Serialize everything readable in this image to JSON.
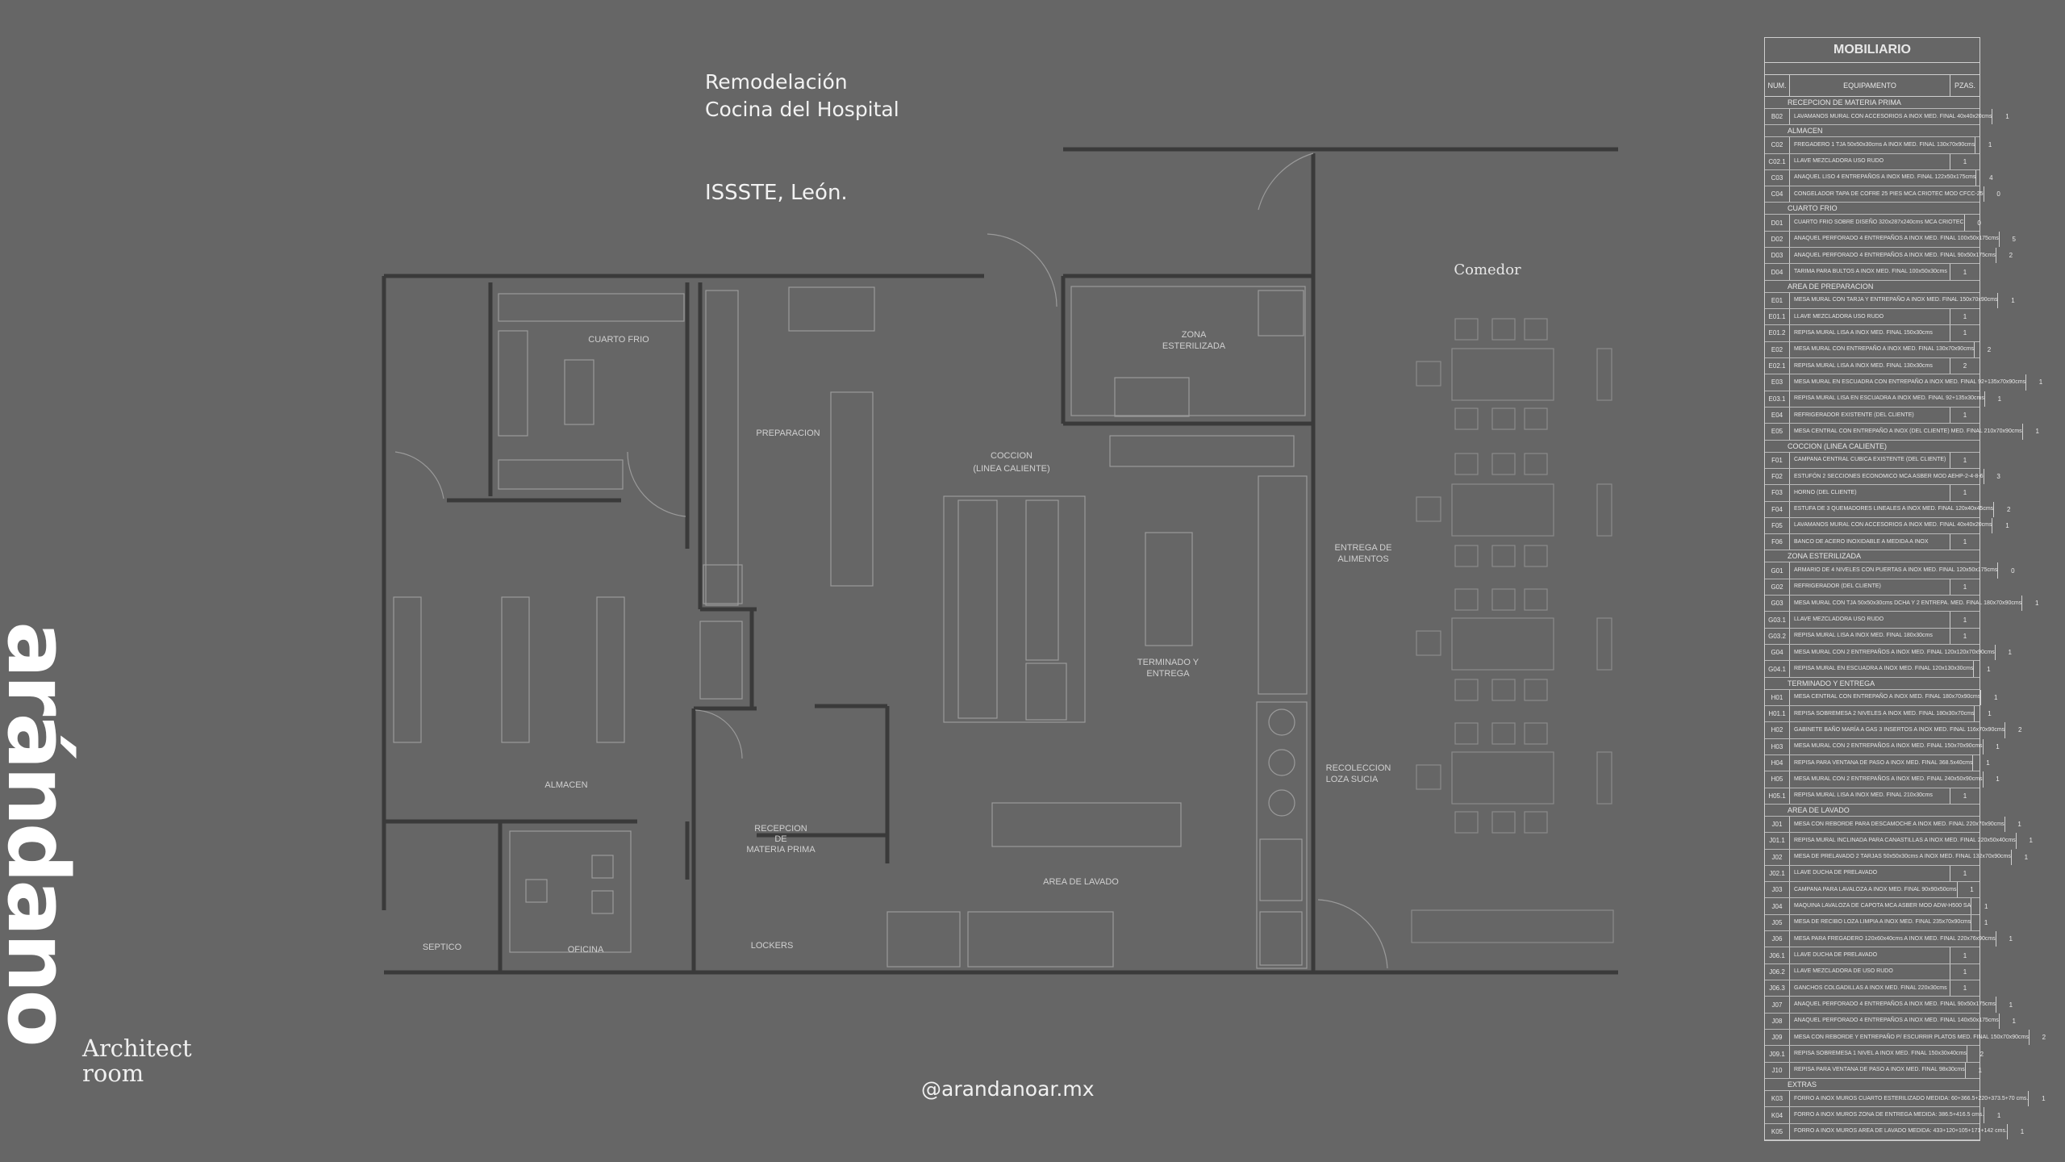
{
  "project": {
    "title_line1": "Remodelación",
    "title_line2": "Cocina del Hospital",
    "location": "ISSSTE, León."
  },
  "brand": {
    "vertical_logo": "arándano",
    "studio_line1": "Architect",
    "studio_line2": "room",
    "handle": "@arandanoar.mx"
  },
  "plan": {
    "rooms": {
      "cuarto_frio": "CUARTO FRIO",
      "preparacion": "PREPARACION",
      "coccion_1": "COCCION",
      "coccion_2": "(LINEA CALIENTE)",
      "zona_esterilizada_1": "ZONA",
      "zona_esterilizada_2": "ESTERILIZADA",
      "entrega_1": "ENTREGA DE",
      "entrega_2": "ALIMENTOS",
      "terminado_1": "TERMINADO Y",
      "terminado_2": "ENTREGA",
      "recoleccion_1": "RECOLECCION",
      "recoleccion_2": "LOZA SUCIA",
      "almacen": "ALMACEN",
      "recepcion_1": "RECEPCION",
      "recepcion_2": "DE",
      "recepcion_3": "MATERIA PRIMA",
      "area_lavado": "AREA DE LAVADO",
      "septico": "SEPTICO",
      "oficina": "OFICINA",
      "lockers": "LOCKERS",
      "comedor": "Comedor"
    }
  },
  "schedule": {
    "title": "MOBILIARIO",
    "headers": {
      "num": "NUM.",
      "equipment": "EQUIPAMENTO",
      "qty": "PZAS."
    },
    "rows": [
      {
        "section": "RECEPCION DE MATERIA PRIMA"
      },
      {
        "num": "B02",
        "desc": "LAVAMANOS MURAL CON ACCESORIOS A INOX MED. FINAL 40x40x20cms",
        "qty": "1"
      },
      {
        "section": "ALMACEN"
      },
      {
        "num": "C02",
        "desc": "FREGADERO 1 TJA 50x50x30cms A INOX MED. FINAL 130x70x90cms",
        "qty": "1"
      },
      {
        "num": "C02.1",
        "desc": "LLAVE MEZCLADORA USO RUDO",
        "qty": "1"
      },
      {
        "num": "C03",
        "desc": "ANAQUEL LISO 4 ENTREPAÑOS A INOX MED. FINAL 122x50x175cms",
        "qty": "4"
      },
      {
        "num": "C04",
        "desc": "CONGELADOR TAPA DE COFRE 25 PIES MCA CRIOTEC MOD CFCC-25",
        "qty": "0"
      },
      {
        "section": "CUARTO FRIO"
      },
      {
        "num": "D01",
        "desc": "CUARTO FRIO SOBRE DISEÑO 320x287x240cms MCA CRIOTEC",
        "qty": "0"
      },
      {
        "num": "D02",
        "desc": "ANAQUEL PERFORADO 4 ENTREPAÑOS A INOX MED. FINAL 100x50x175cms",
        "qty": "5"
      },
      {
        "num": "D03",
        "desc": "ANAQUEL PERFORADO 4 ENTREPAÑOS A INOX MED. FINAL 90x50x175cms",
        "qty": "2"
      },
      {
        "num": "D04",
        "desc": "TARIMA PARA BULTOS A INOX MED. FINAL 100x50x30cms",
        "qty": "1"
      },
      {
        "section": "AREA DE PREPARACION"
      },
      {
        "num": "E01",
        "desc": "MESA MURAL CON TARJA Y ENTREPAÑO A INOX MED. FINAL 150x70x90cms",
        "qty": "1"
      },
      {
        "num": "E01.1",
        "desc": "LLAVE MEZCLADORA USO RUDO",
        "qty": "1"
      },
      {
        "num": "E01.2",
        "desc": "REPISA MURAL LISA A INOX MED. FINAL 150x30cms",
        "qty": "1"
      },
      {
        "num": "E02",
        "desc": "MESA MURAL CON ENTREPAÑO A INOX MED. FINAL 130x70x90cms",
        "qty": "2"
      },
      {
        "num": "E02.1",
        "desc": "REPISA MURAL LISA A INOX MED. FINAL 130x30cms",
        "qty": "2"
      },
      {
        "num": "E03",
        "desc": "MESA MURAL EN ESCUADRA CON ENTREPAÑO A INOX MED. FINAL 92+135x70x90cms",
        "qty": "1"
      },
      {
        "num": "E03.1",
        "desc": "REPISA MURAL LISA EN ESCUADRA A INOX MED. FINAL 92+135x30cms",
        "qty": "1"
      },
      {
        "num": "E04",
        "desc": "REFRIGERADOR EXISTENTE (DEL CLIENTE)",
        "qty": "1"
      },
      {
        "num": "E05",
        "desc": "MESA CENTRAL CON ENTREPAÑO A INOX (DEL CLIENTE) MED. FINAL 210x70x90cms",
        "qty": "1"
      },
      {
        "section": "COCCION (LINEA CALIENTE)"
      },
      {
        "num": "F01",
        "desc": "CAMPANA CENTRAL CUBICA EXISTENTE (DEL CLIENTE)",
        "qty": "1"
      },
      {
        "num": "F02",
        "desc": "ESTUFÓN 2 SECCIONES ECONOMICO MCA ASBER MOD AEHP-2-4-8-6",
        "qty": "3"
      },
      {
        "num": "F03",
        "desc": "HORNO (DEL CLIENTE)",
        "qty": "1"
      },
      {
        "num": "F04",
        "desc": "ESTUFA DE 3 QUEMADORES LINEALES A INOX MED. FINAL 120x40x45cms",
        "qty": "2"
      },
      {
        "num": "F05",
        "desc": "LAVAMANOS MURAL CON ACCESORIOS A INOX MED. FINAL 40x40x20cms",
        "qty": "1"
      },
      {
        "num": "F06",
        "desc": "BANCO DE ACERO INOXIDABLE A MEDIDA A INOX",
        "qty": "1"
      },
      {
        "section": "ZONA ESTERILIZADA"
      },
      {
        "num": "G01",
        "desc": "ARMARIO DE 4 NIVELES CON PUERTAS A INOX MED. FINAL 120x50x175cms",
        "qty": "0"
      },
      {
        "num": "G02",
        "desc": "REFRIGERADOR (DEL CLIENTE)",
        "qty": "1"
      },
      {
        "num": "G03",
        "desc": "MESA MURAL CON TJA 50x50x30cms DCHA Y 2 ENTREPA. MED. FINAL 180x70x90cms",
        "qty": "1"
      },
      {
        "num": "G03.1",
        "desc": "LLAVE MEZCLADORA USO RUDO",
        "qty": "1"
      },
      {
        "num": "G03.2",
        "desc": "REPISA MURAL LISA A INOX MED. FINAL 180x30cms",
        "qty": "1"
      },
      {
        "num": "G04",
        "desc": "MESA MURAL CON 2 ENTREPAÑOS A INOX MED. FINAL 120x120x70x90cms",
        "qty": "1"
      },
      {
        "num": "G04.1",
        "desc": "REPISA MURAL EN ESCUADRA A INOX MED. FINAL 120x130x30cms",
        "qty": "1"
      },
      {
        "section": "TERMINADO Y ENTREGA"
      },
      {
        "num": "H01",
        "desc": "MESA CENTRAL CON ENTREPAÑO A INOX MED. FINAL 180x70x90cms",
        "qty": "1"
      },
      {
        "num": "H01.1",
        "desc": "REPISA SOBREMESA 2 NIVELES A INOX MED. FINAL 180x30x70cms",
        "qty": "1"
      },
      {
        "num": "H02",
        "desc": "GABINETE BAÑO MARÍA A GAS 3 INSERTOS A INOX MED. FINAL 116x70x90cms",
        "qty": "2"
      },
      {
        "num": "H03",
        "desc": "MESA MURAL CON 2 ENTREPAÑOS A INOX MED. FINAL 150x70x90cms",
        "qty": "1"
      },
      {
        "num": "H04",
        "desc": "REPISA PARA VENTANA DE PASO A INOX MED. FINAL 368.5x40cms",
        "qty": "1"
      },
      {
        "num": "H05",
        "desc": "MESA MURAL CON 2 ENTREPAÑOS A INOX MED. FINAL 240x50x90cms",
        "qty": "1"
      },
      {
        "num": "H05.1",
        "desc": "REPISA MURAL LISA A INOX MED. FINAL 210x30cms",
        "qty": "1"
      },
      {
        "section": "AREA DE LAVADO"
      },
      {
        "num": "J01",
        "desc": "MESA CON REBORDE PARA DESCAMOCHE A INOX MED. FINAL 220x70x90cms",
        "qty": "1"
      },
      {
        "num": "J01.1",
        "desc": "REPISA MURAL INCLINADA PARA CANASTILLAS A INOX MED. FINAL 220x50x40cms",
        "qty": "1"
      },
      {
        "num": "J02",
        "desc": "MESA DE PRELAVADO 2 TARJAS 50x50x30cms A INOX MED. FINAL 132x70x90cms",
        "qty": "1"
      },
      {
        "num": "J02.1",
        "desc": "LLAVE DUCHA DE PRELAVADO",
        "qty": "1"
      },
      {
        "num": "J03",
        "desc": "CAMPANA PARA LAVALOZA A INOX MED. FINAL 90x90x50cms",
        "qty": "1"
      },
      {
        "num": "J04",
        "desc": "MAQUINA LAVALOZA DE CAPOTA MCA ASBER MOD ADW-H500 SA",
        "qty": "1"
      },
      {
        "num": "J05",
        "desc": "MESA DE RECIBO LOZA LIMPIA A INOX MED. FINAL 235x70x90cms",
        "qty": "1"
      },
      {
        "num": "J06",
        "desc": "MESA PARA FREGADERO 120x60x40cms A INOX MED. FINAL 220x76x90cms",
        "qty": "1"
      },
      {
        "num": "J06.1",
        "desc": "LLAVE DUCHA DE PRELAVADO",
        "qty": "1"
      },
      {
        "num": "J06.2",
        "desc": "LLAVE MEZCLADORA DE USO RUDO",
        "qty": "1"
      },
      {
        "num": "J06.3",
        "desc": "GANCHOS COLGADILLAS A INOX MED. FINAL 220x30cms",
        "qty": "1"
      },
      {
        "num": "J07",
        "desc": "ANAQUEL PERFORADO 4 ENTREPAÑOS A INOX MED. FINAL 90x50x175cms",
        "qty": "1"
      },
      {
        "num": "J08",
        "desc": "ANAQUEL PERFORADO 4 ENTREPAÑOS A INOX MED. FINAL 140x50x175cms",
        "qty": "1"
      },
      {
        "num": "J09",
        "desc": "MESA CON REBORDE Y ENTREPAÑO P/ ESCURRIR PLATOS MED. FINAL 150x70x90cms",
        "qty": "2"
      },
      {
        "num": "J09.1",
        "desc": "REPISA SOBREMESA 1 NIVEL A INOX MED. FINAL 150x30x40cms",
        "qty": "2"
      },
      {
        "num": "J10",
        "desc": "REPISA PARA VENTANA DE PASO A INOX MED. FINAL 98x30cms",
        "qty": "1"
      },
      {
        "section": "EXTRAS"
      },
      {
        "num": "K03",
        "desc": "FORRO A INOX MUROS CUARTO ESTERILIZADO MEDIDA: 60+366.5+220+373.5+70 cms.",
        "qty": "1"
      },
      {
        "num": "K04",
        "desc": "FORRO A INOX MUROS ZONA DE ENTREGA MEDIDA: 386.5+416.5 cms.",
        "qty": "1"
      },
      {
        "num": "K05",
        "desc": "FORRO A INOX MUROS AREA DE LAVADO MEDIDA: 433+120+105+171+142 cms.",
        "qty": "1"
      }
    ]
  }
}
